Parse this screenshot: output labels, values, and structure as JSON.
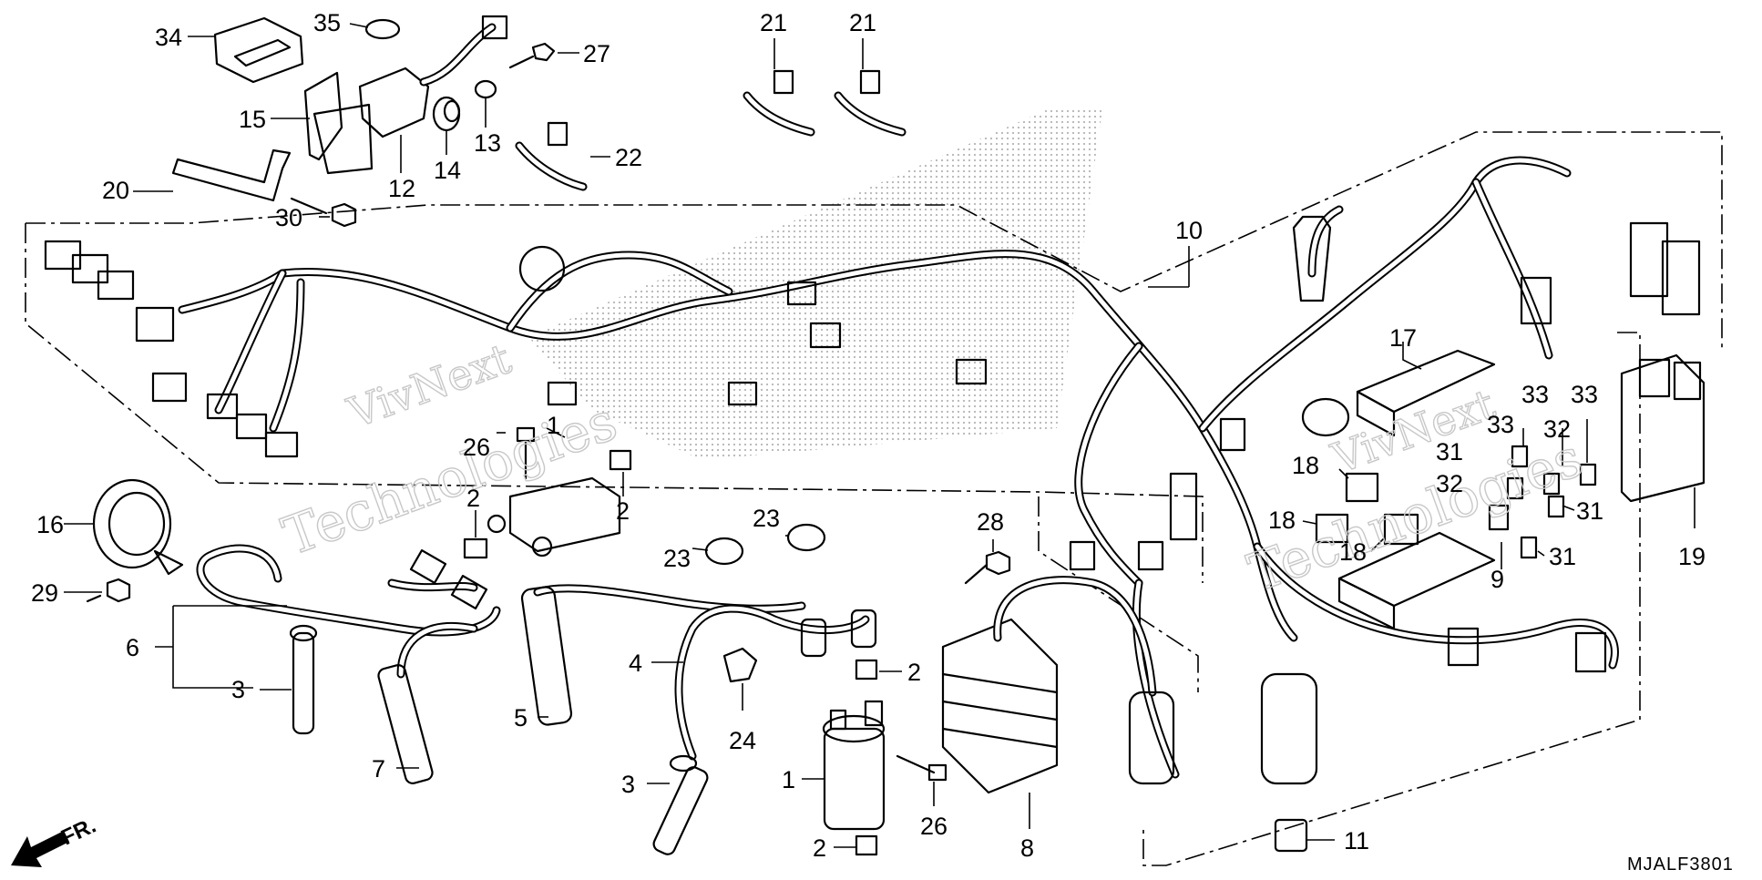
{
  "diagram": {
    "drawing_code": "MJALF3801",
    "direction_label": "FR.",
    "watermark_lines": [
      "VivNext",
      "Technologies"
    ],
    "callouts": [
      {
        "id": "c34",
        "label": "34"
      },
      {
        "id": "c35",
        "label": "35"
      },
      {
        "id": "c15",
        "label": "15"
      },
      {
        "id": "c20",
        "label": "20"
      },
      {
        "id": "c30",
        "label": "30"
      },
      {
        "id": "c12",
        "label": "12"
      },
      {
        "id": "c14",
        "label": "14"
      },
      {
        "id": "c13",
        "label": "13"
      },
      {
        "id": "c27",
        "label": "27"
      },
      {
        "id": "c21a",
        "label": "21"
      },
      {
        "id": "c21b",
        "label": "21"
      },
      {
        "id": "c22",
        "label": "22"
      },
      {
        "id": "c10",
        "label": "10"
      },
      {
        "id": "c26a",
        "label": "26"
      },
      {
        "id": "c1a",
        "label": "1"
      },
      {
        "id": "c2a",
        "label": "2"
      },
      {
        "id": "c2b",
        "label": "2"
      },
      {
        "id": "c16",
        "label": "16"
      },
      {
        "id": "c29",
        "label": "29"
      },
      {
        "id": "c6",
        "label": "6"
      },
      {
        "id": "c3a",
        "label": "3"
      },
      {
        "id": "c7",
        "label": "7"
      },
      {
        "id": "c23a",
        "label": "23"
      },
      {
        "id": "c23b",
        "label": "23"
      },
      {
        "id": "c5",
        "label": "5"
      },
      {
        "id": "c4",
        "label": "4"
      },
      {
        "id": "c24",
        "label": "24"
      },
      {
        "id": "c3b",
        "label": "3"
      },
      {
        "id": "c1b",
        "label": "1"
      },
      {
        "id": "c2c",
        "label": "2"
      },
      {
        "id": "c2d",
        "label": "2"
      },
      {
        "id": "c26b",
        "label": "26"
      },
      {
        "id": "c28",
        "label": "28"
      },
      {
        "id": "c8",
        "label": "8"
      },
      {
        "id": "c11",
        "label": "11"
      },
      {
        "id": "c17",
        "label": "17"
      },
      {
        "id": "c18a",
        "label": "18"
      },
      {
        "id": "c18b",
        "label": "18"
      },
      {
        "id": "c18c",
        "label": "18"
      },
      {
        "id": "c31a",
        "label": "31"
      },
      {
        "id": "c31b",
        "label": "31"
      },
      {
        "id": "c31c",
        "label": "31"
      },
      {
        "id": "c32a",
        "label": "32"
      },
      {
        "id": "c32b",
        "label": "32"
      },
      {
        "id": "c33a",
        "label": "33"
      },
      {
        "id": "c33b",
        "label": "33"
      },
      {
        "id": "c33c",
        "label": "33"
      },
      {
        "id": "c9",
        "label": "9"
      },
      {
        "id": "c19",
        "label": "19"
      }
    ]
  }
}
